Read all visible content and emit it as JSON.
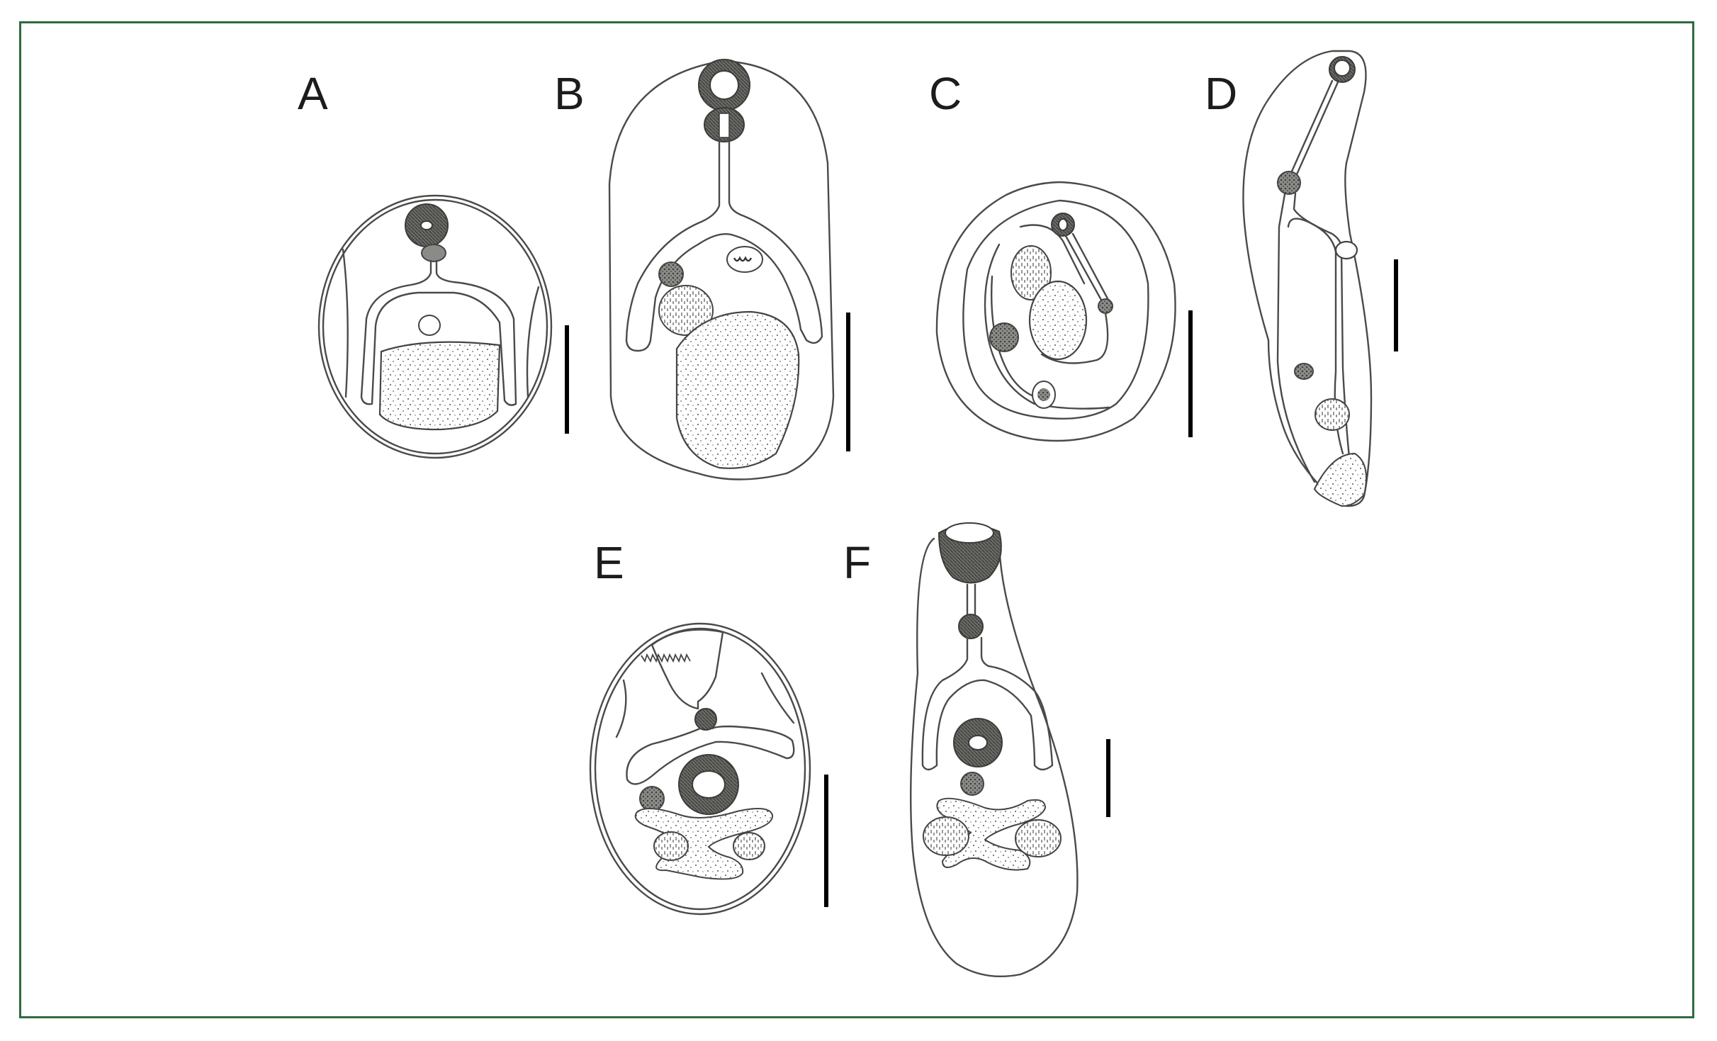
{
  "figure": {
    "frame_color": "#2f6b3f",
    "line_color": "#4a4a48",
    "panels": [
      {
        "label": "A",
        "description": "oval larva with double wall, oral sucker, pharynx, bifurcated gut and stippled body mass",
        "scale_bar": true
      },
      {
        "label": "B",
        "description": "elongate larva with spinose tegument, oral sucker, pharynx, long oesophagus, gut caeca, ventral sucker, gonads and stippled mass",
        "scale_bar": true
      },
      {
        "label": "C",
        "description": "coiled larva within round cyst, suckers and stippled mass",
        "scale_bar": true
      },
      {
        "label": "D",
        "description": "slender curved larva with spinose tegument, oral sucker, pharynx, ventral sucker and posterior stippled mass",
        "scale_bar": true
      },
      {
        "label": "E",
        "description": "encysted larva with spined oral sucker, pharynx, gut, ventral sucker and X-shaped reproductive structures",
        "scale_bar": true
      },
      {
        "label": "F",
        "description": "pyriform larva with spined oral sucker, pharynx, gut caeca, ventral sucker and X-shaped reproductive structures",
        "scale_bar": true
      }
    ]
  }
}
